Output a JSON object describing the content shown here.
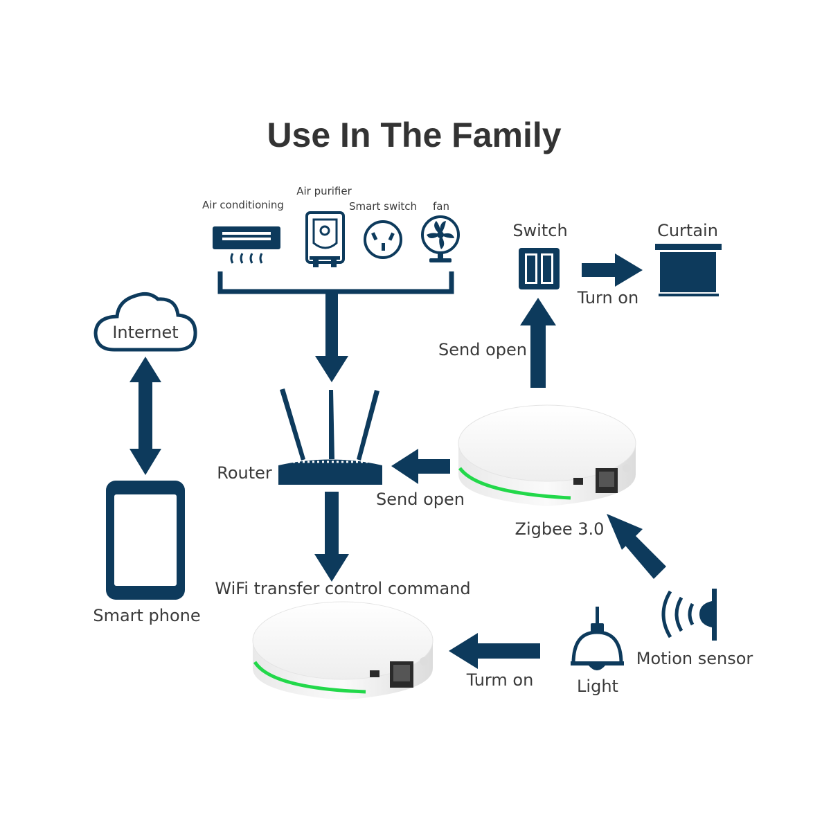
{
  "title": "Use In The Family",
  "colors": {
    "navy": "#0d3a5c",
    "text": "#3a3a3a",
    "title": "#333333",
    "led": "#22d84a",
    "hub_body": "#f4f4f4"
  },
  "appliances": {
    "air_conditioning": "Air conditioning",
    "air_purifier": "Air purifier",
    "smart_switch": "Smart switch",
    "fan": "fan"
  },
  "devices": {
    "internet": "Internet",
    "smart_phone": "Smart phone",
    "router": "Router",
    "switch": "Switch",
    "curtain": "Curtain",
    "zigbee": "Zigbee 3.0",
    "light": "Light",
    "motion_sensor": "Motion sensor"
  },
  "actions": {
    "send_open_top": "Send open",
    "turn_on_curtain": "Turn on",
    "send_open_router": "Send open",
    "wifi_transfer": "WiFi transfer control command",
    "turn_on_light": "Turm on"
  },
  "icons": [
    "cloud-icon",
    "phone-icon",
    "router-icon",
    "air-conditioner-icon",
    "air-purifier-icon",
    "smart-switch-icon",
    "fan-icon",
    "wall-switch-icon",
    "curtain-icon",
    "pendant-light-icon",
    "motion-sensor-icon",
    "zigbee-hub-icon",
    "wifi-hub-icon"
  ]
}
